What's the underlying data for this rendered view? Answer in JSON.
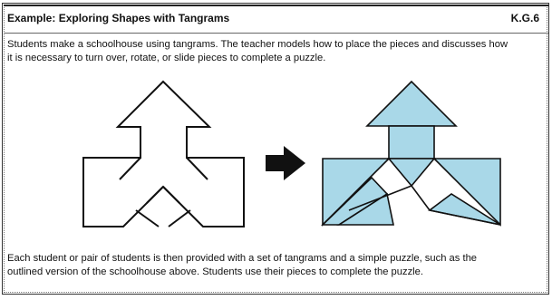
{
  "header": {
    "title": "Example: Exploring Shapes with Tangrams",
    "standard": "K.G.6"
  },
  "intro": {
    "line1": "Students make a schoolhouse using tangrams. The teacher models how to place the pieces and discusses how",
    "line2": "it is necessary to turn over, rotate, or slide pieces to complete a puzzle."
  },
  "figure": {
    "outline_stroke": "#111111",
    "filled_color": "#a9d8e8",
    "arrow_color": "#111111"
  },
  "closing": {
    "line1": "Each student or pair of students is then provided with a set of tangrams and a simple puzzle, such as the",
    "line2": "outlined version of the schoolhouse above. Students use their pieces to complete the puzzle."
  }
}
